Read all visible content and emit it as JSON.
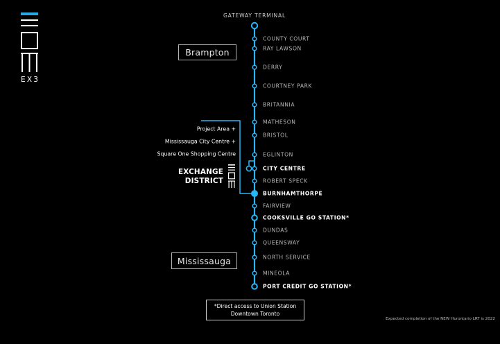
{
  "logo": {
    "text": "EX3",
    "accent_color": "#29a9e1"
  },
  "line": {
    "header": "GATEWAY TERMINAL",
    "color": "#29b6f6",
    "stations": [
      {
        "name": "COUNTY COURT",
        "bold": false
      },
      {
        "name": "RAY LAWSON",
        "bold": false
      },
      {
        "name": "DERRY",
        "bold": false
      },
      {
        "name": "COURTNEY PARK",
        "bold": false
      },
      {
        "name": "BRITANNIA",
        "bold": false
      },
      {
        "name": "MATHESON",
        "bold": false
      },
      {
        "name": "BRISTOL",
        "bold": false
      },
      {
        "name": "EGLINTON",
        "bold": false
      },
      {
        "name": "CITY CENTRE",
        "bold": true
      },
      {
        "name": "ROBERT SPECK",
        "bold": false
      },
      {
        "name": "BURNHAMTHORPE",
        "bold": true
      },
      {
        "name": "FAIRVIEW",
        "bold": false
      },
      {
        "name": "COOKSVILLE GO STATION*",
        "bold": true
      },
      {
        "name": "DUNDAS",
        "bold": false
      },
      {
        "name": "QUEENSWAY",
        "bold": false
      },
      {
        "name": "NORTH SERVICE",
        "bold": false
      },
      {
        "name": "MINEOLA",
        "bold": false
      },
      {
        "name": "PORT CREDIT GO STATION*",
        "bold": true
      }
    ]
  },
  "cities": {
    "north": "Brampton",
    "south": "Mississauga"
  },
  "project": {
    "labels": [
      "Project Area +",
      "Mississauga City Centre +",
      "Square One Shopping Centre"
    ],
    "exchange_line1": "EXCHANGE",
    "exchange_line2": "DISTRICT"
  },
  "note": {
    "line1": "*Direct access to Union Station",
    "line2": "Downtown Toronto"
  },
  "footnote": "Expected completion of the NEW Hurontario LRT is 2022"
}
